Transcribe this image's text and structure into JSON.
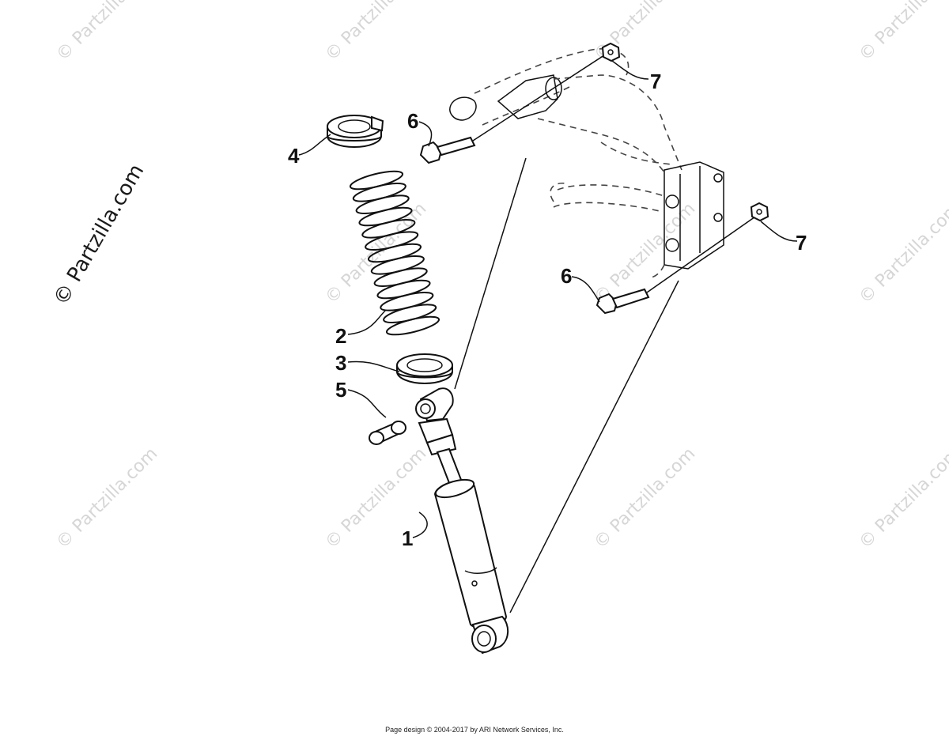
{
  "watermark": {
    "text": "© Partzilla.com",
    "main_text": "© Partzilla.com"
  },
  "callouts": {
    "c1": "1",
    "c2": "2",
    "c3": "3",
    "c4": "4",
    "c5": "5",
    "c6a": "6",
    "c6b": "6",
    "c7a": "7",
    "c7b": "7"
  },
  "footer": {
    "text": "Page design © 2004-2017 by ARI Network Services, Inc."
  },
  "colors": {
    "line": "#111111",
    "watermark": "#d6d6d6",
    "background": "#ffffff"
  }
}
